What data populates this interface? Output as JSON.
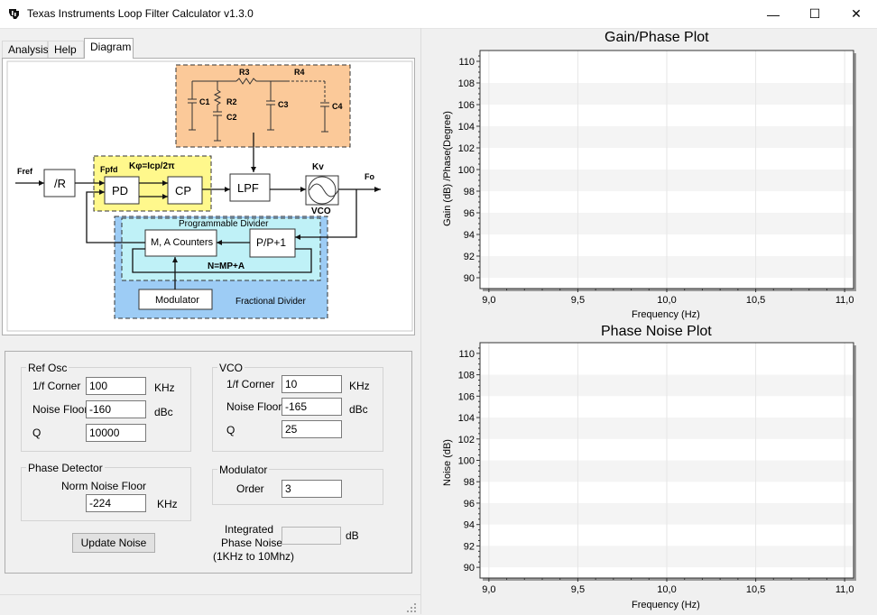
{
  "window": {
    "title": "Texas Instruments Loop Filter Calculator v1.3.0",
    "minimize_glyph": "—",
    "maximize_glyph": "☐",
    "close_glyph": "✕"
  },
  "tabs": [
    {
      "label": "Analysis"
    },
    {
      "label": "Help"
    },
    {
      "label": "Diagram",
      "active": true
    }
  ],
  "diagram": {
    "fref": "Fref",
    "divider_r": "/R",
    "pd": "PD",
    "cp": "CP",
    "fpfd": "Fpfd",
    "kphi": "Kφ=Icp/2π",
    "lpf": "LPF",
    "kv": "Kv",
    "vco": "VCO",
    "fo": "Fo",
    "prog_divider": "Programmable Divider",
    "counters": "M, A Counters",
    "prescaler": "P/P+1",
    "n_eq": "N=MP+A",
    "modulator": "Modulator",
    "frac_divider": "Fractional Divider",
    "r3": "R3",
    "r4": "R4",
    "c1": "C1",
    "r2": "R2",
    "c2": "C2",
    "c3": "C3",
    "c4": "C4"
  },
  "ref_osc": {
    "title": "Ref Osc",
    "corner_label": "1/f Corner",
    "corner_value": "100",
    "corner_unit": "KHz",
    "floor_label": "Noise Floor",
    "floor_value": "-160",
    "floor_unit": "dBc",
    "q_label": "Q",
    "q_value": "10000"
  },
  "vco_group": {
    "title": "VCO",
    "corner_label": "1/f Corner",
    "corner_value": "10",
    "corner_unit": "KHz",
    "floor_label": "Noise Floor",
    "floor_value": "-165",
    "floor_unit": "dBc",
    "q_label": "Q",
    "q_value": "25"
  },
  "phase_detector": {
    "title": "Phase Detector",
    "norm_label": "Norm Noise Floor",
    "norm_value": "-224",
    "norm_unit": "KHz"
  },
  "modulator_group": {
    "title": "Modulator",
    "order_label": "Order",
    "order_value": "3"
  },
  "integrated": {
    "line1": "Integrated",
    "line2": "Phase Noise",
    "line3": "(1KHz to 10Mhz)",
    "value": "",
    "unit": "dB"
  },
  "update_button": "Update Noise",
  "chart_data": [
    {
      "type": "line",
      "title": "Gain/Phase Plot",
      "xlabel": "Frequency (Hz)",
      "ylabel": "Gain (dB) /Phase(Degree)",
      "xlim": [
        8.95,
        11.05
      ],
      "ylim": [
        89,
        111
      ],
      "x_ticks": [
        "9,0",
        "9,5",
        "10,0",
        "10,5",
        "11,0"
      ],
      "y_ticks": [
        "90",
        "92",
        "94",
        "96",
        "98",
        "100",
        "102",
        "104",
        "106",
        "108",
        "110"
      ],
      "series": []
    },
    {
      "type": "line",
      "title": "Phase Noise Plot",
      "xlabel": "Frequency (Hz)",
      "ylabel": "Noise (dB)",
      "xlim": [
        8.95,
        11.05
      ],
      "ylim": [
        89,
        111
      ],
      "x_ticks": [
        "9,0",
        "9,5",
        "10,0",
        "10,5",
        "11,0"
      ],
      "y_ticks": [
        "90",
        "92",
        "94",
        "96",
        "98",
        "100",
        "102",
        "104",
        "106",
        "108",
        "110"
      ],
      "series": []
    }
  ]
}
